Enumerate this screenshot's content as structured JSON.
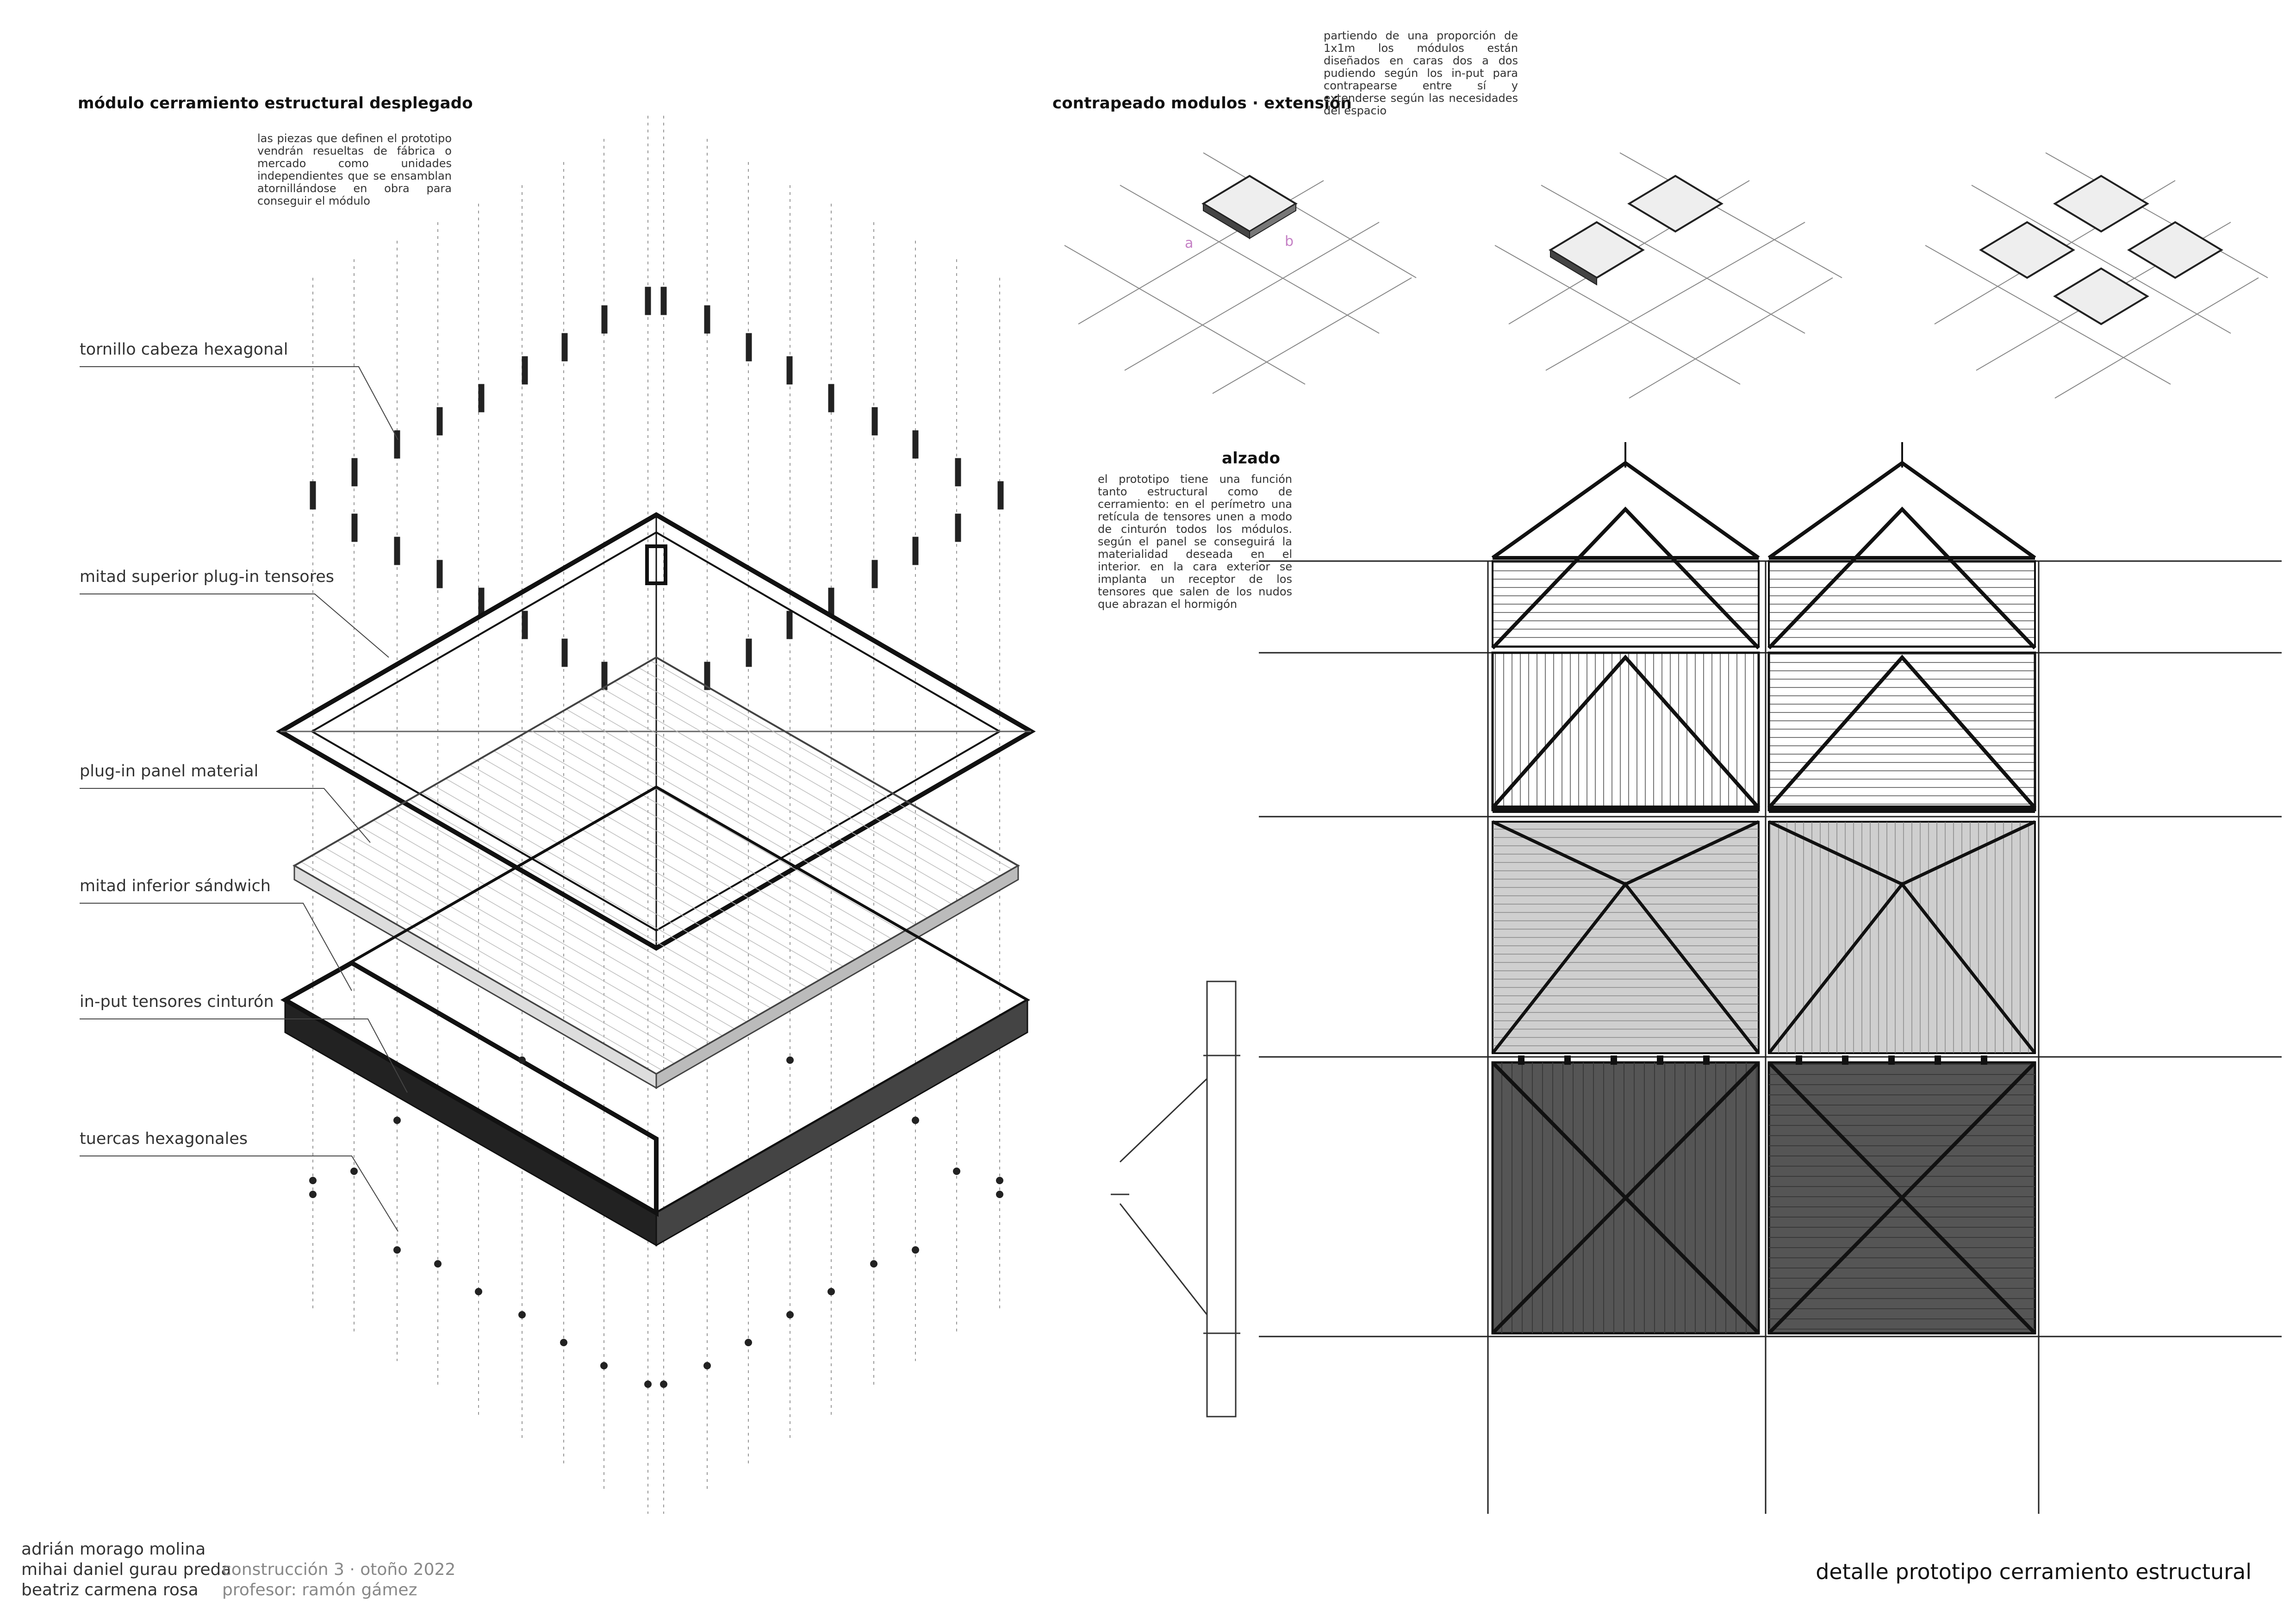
{
  "left_section": {
    "title": "módulo cerramiento estructural desplegado",
    "description": "las piezas que definen el prototipo vendrán resueltas de fábrica o mercado como unidades independientes que se ensamblan atornillándose en obra para conseguir el módulo",
    "labels": [
      "tornillo cabeza hexagonal",
      "mitad superior plug-in tensores",
      "plug-in panel material",
      "mitad inferior sándwich",
      "in-put tensores cinturón",
      "tuercas hexagonales"
    ]
  },
  "top_right_section": {
    "title": "contrapeado modulos · extensión",
    "description": "partiendo de una proporción de 1x1m los módulos están diseñados en caras dos a dos pudiendo según los in-put para contrapearse entre sí y extenderse según las necesidades del espacio",
    "marker_a": "a",
    "marker_b": "b"
  },
  "elevation_section": {
    "title": "alzado",
    "description": "el prototipo tiene una función tanto estructural como de cerramiento: en el perímetro una retícula de tensores unen a modo de cinturón todos los módulos. según el panel se conseguirá la materialidad deseada en el interior. en la cara exterior se implanta un receptor de los tensores que salen de los nudos que abrazan el hormigón"
  },
  "footer": {
    "authors": [
      "adrián morago molina",
      "mihai daniel gurau preda",
      "beatriz carmena rosa"
    ],
    "course": "construcción 3 · otoño 2022",
    "professor": "profesor: ramón gámez",
    "sheet_title": "detalle prototipo cerramiento estructural"
  },
  "colors": {
    "ink": "#111111",
    "light_panel": "#f0f0f0",
    "mid_panel": "#cfcfcf",
    "dark_panel": "#555555",
    "marker": "#c47fc4"
  }
}
